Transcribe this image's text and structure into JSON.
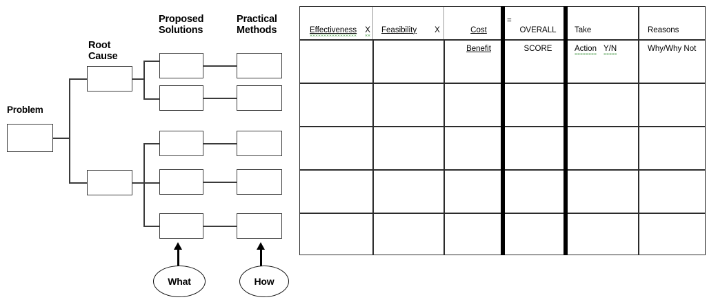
{
  "diagram": {
    "column_headers": [
      {
        "id": "root-cause",
        "text": "Root\nCause"
      },
      {
        "id": "proposed-solutions",
        "text": "Proposed\nSolutions"
      },
      {
        "id": "practical-methods",
        "text": "Practical\nMethods"
      }
    ],
    "problem_label": "Problem",
    "callouts": [
      {
        "id": "what",
        "text": "What"
      },
      {
        "id": "how",
        "text": "How"
      }
    ],
    "node_counts": {
      "problem": 1,
      "root_causes": 2,
      "proposed_solutions": 5,
      "practical_methods": 5
    },
    "boxes_are_blank": true
  },
  "matrix": {
    "columns": [
      {
        "id": "effectiveness",
        "label": "Effectiveness",
        "operator": "X",
        "underline": true,
        "spellcheck_flag": true
      },
      {
        "id": "feasibility",
        "label": "Feasibility",
        "operator": "X",
        "underline": true,
        "spellcheck_flag": false
      },
      {
        "id": "cost-benefit",
        "label": "Cost\nBenefit",
        "operator": "=",
        "underline": true,
        "spellcheck_flag": false
      },
      {
        "id": "overall-score",
        "label": "OVERALL\nSCORE",
        "operator": "",
        "underline": false,
        "spellcheck_flag": false
      },
      {
        "id": "take-action",
        "label": "Take\nAction  Y/N",
        "operator": "",
        "underline": false,
        "spellcheck_flag": true
      },
      {
        "id": "reasons",
        "label": "Reasons\nWhy/Why Not",
        "operator": "",
        "underline": false,
        "spellcheck_flag": false
      }
    ],
    "header_texts": {
      "effectiveness": "Effectiveness",
      "effectiveness_op": "X",
      "feasibility": "Feasibility",
      "feasibility_op": "X",
      "cost": "Cost",
      "benefit": "Benefit",
      "equals_op": "=",
      "overall": "OVERALL",
      "score": "SCORE",
      "take": "Take",
      "action": "Action",
      "action_yn": "Y/N",
      "reasons": "Reasons",
      "why": "Why/Why Not"
    },
    "data_row_count": 5,
    "data_rows": [
      {
        "effectiveness": "",
        "feasibility": "",
        "cost_benefit": "",
        "overall_score": "",
        "take_action": "",
        "reasons": ""
      },
      {
        "effectiveness": "",
        "feasibility": "",
        "cost_benefit": "",
        "overall_score": "",
        "take_action": "",
        "reasons": ""
      },
      {
        "effectiveness": "",
        "feasibility": "",
        "cost_benefit": "",
        "overall_score": "",
        "take_action": "",
        "reasons": ""
      },
      {
        "effectiveness": "",
        "feasibility": "",
        "cost_benefit": "",
        "overall_score": "",
        "take_action": "",
        "reasons": ""
      },
      {
        "effectiveness": "",
        "feasibility": "",
        "cost_benefit": "",
        "overall_score": "",
        "take_action": "",
        "reasons": ""
      }
    ]
  },
  "colors": {
    "ink": "#000000",
    "box_stroke": "#3a3a3a",
    "table_stroke": "#2b2b2b",
    "thick_divider": "#000000",
    "spellcheck_underline": "#107c10",
    "background": "#ffffff"
  }
}
